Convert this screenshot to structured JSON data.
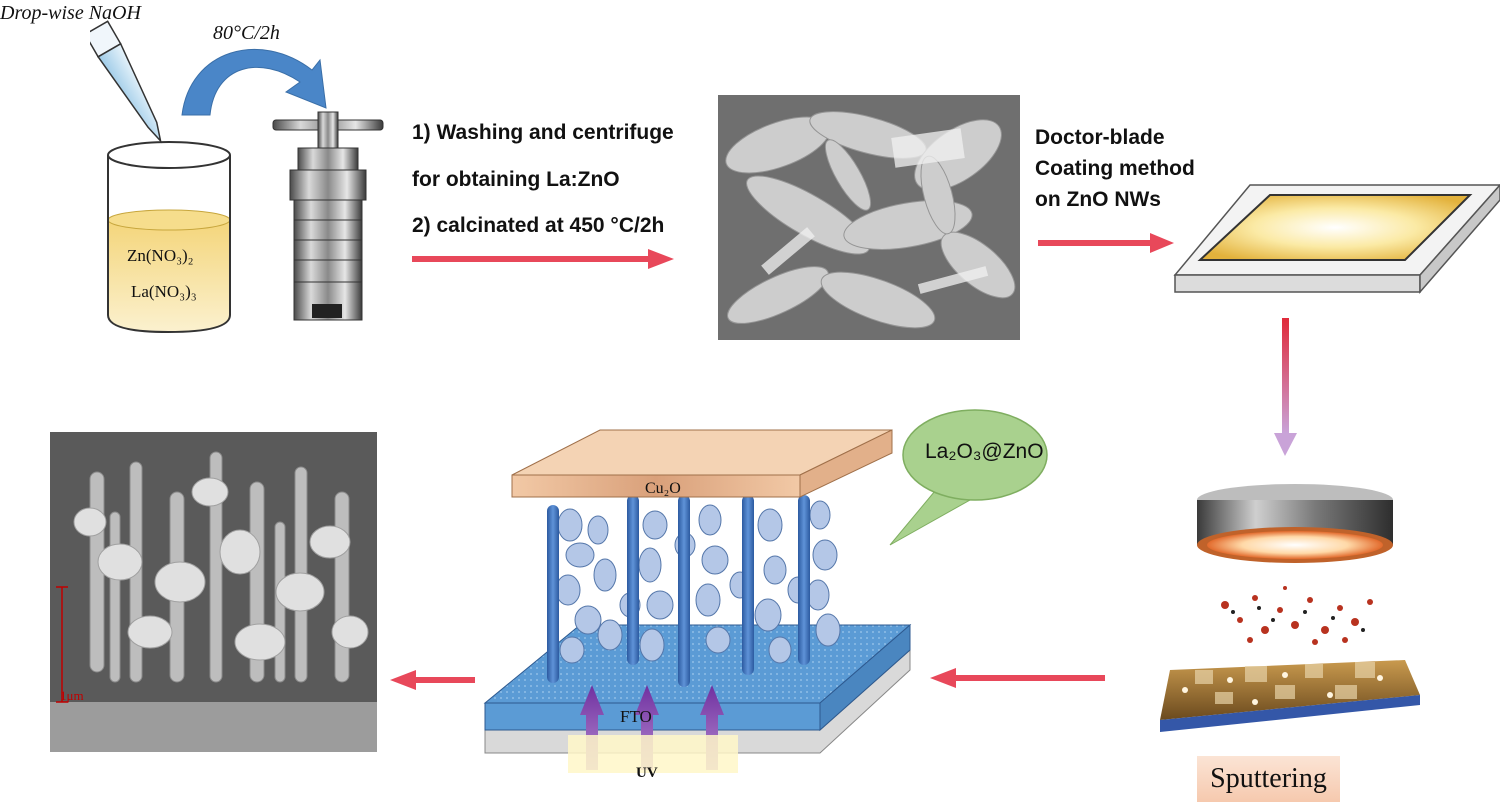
{
  "step1": {
    "naoh_label": "Drop-wise NaOH",
    "heat_label": "80°C/2h",
    "beaker_line1": "Zn(NO₃)₂",
    "beaker_line2": "La(NO₃)₃"
  },
  "step2": {
    "line1": "1) Washing and centrifuge",
    "line2": "for obtaining La:ZnO",
    "line3": "2) calcinated at 450 °C/2h"
  },
  "step3": {
    "line1": "Doctor-blade",
    "line2": "Coating method",
    "line3": "on ZnO NWs"
  },
  "device": {
    "top_layer": "Cu₂O",
    "bottom_layer": "FTO",
    "light": "UV",
    "callout": "La₂O₃@ZnO"
  },
  "sputtering": {
    "label": "Sputtering"
  },
  "sem_bottom": {
    "scale": "1μm"
  },
  "colors": {
    "arrow": "#e8485a",
    "nanowire": "#3f6fb5",
    "fto": "#5b9bd5",
    "cu2o": "#e8b48f",
    "callout": "#a9d18e"
  }
}
